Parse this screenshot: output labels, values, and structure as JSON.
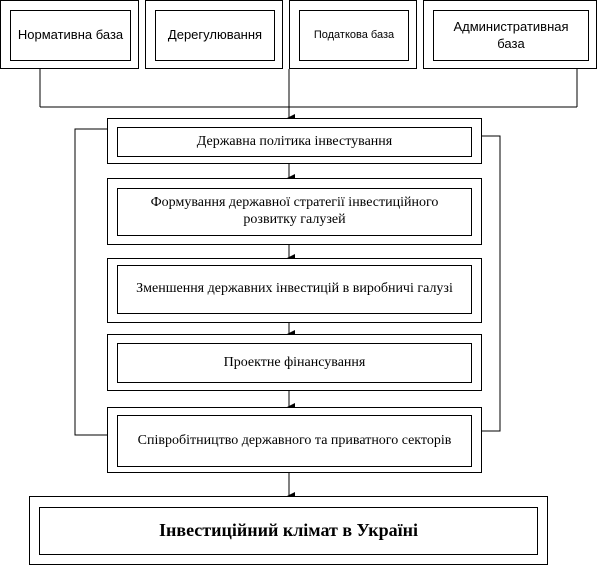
{
  "top_boxes": [
    {
      "text": "Нормативна база"
    },
    {
      "text": "Дерегулювання"
    },
    {
      "text": "Податкова база"
    },
    {
      "text": "Административная база"
    }
  ],
  "chain": [
    {
      "text": "Державна політика інвестування"
    },
    {
      "text": "Формування державної стратегії інвестиційного розвитку галузей"
    },
    {
      "text": "Зменшення державних інвестицій в виробничі галузі"
    },
    {
      "text": "Проектне фінансування"
    },
    {
      "text": "Співробітництво державного та приватного секторів"
    }
  ],
  "result": {
    "text": "Інвестиційний клімат в Україні"
  }
}
